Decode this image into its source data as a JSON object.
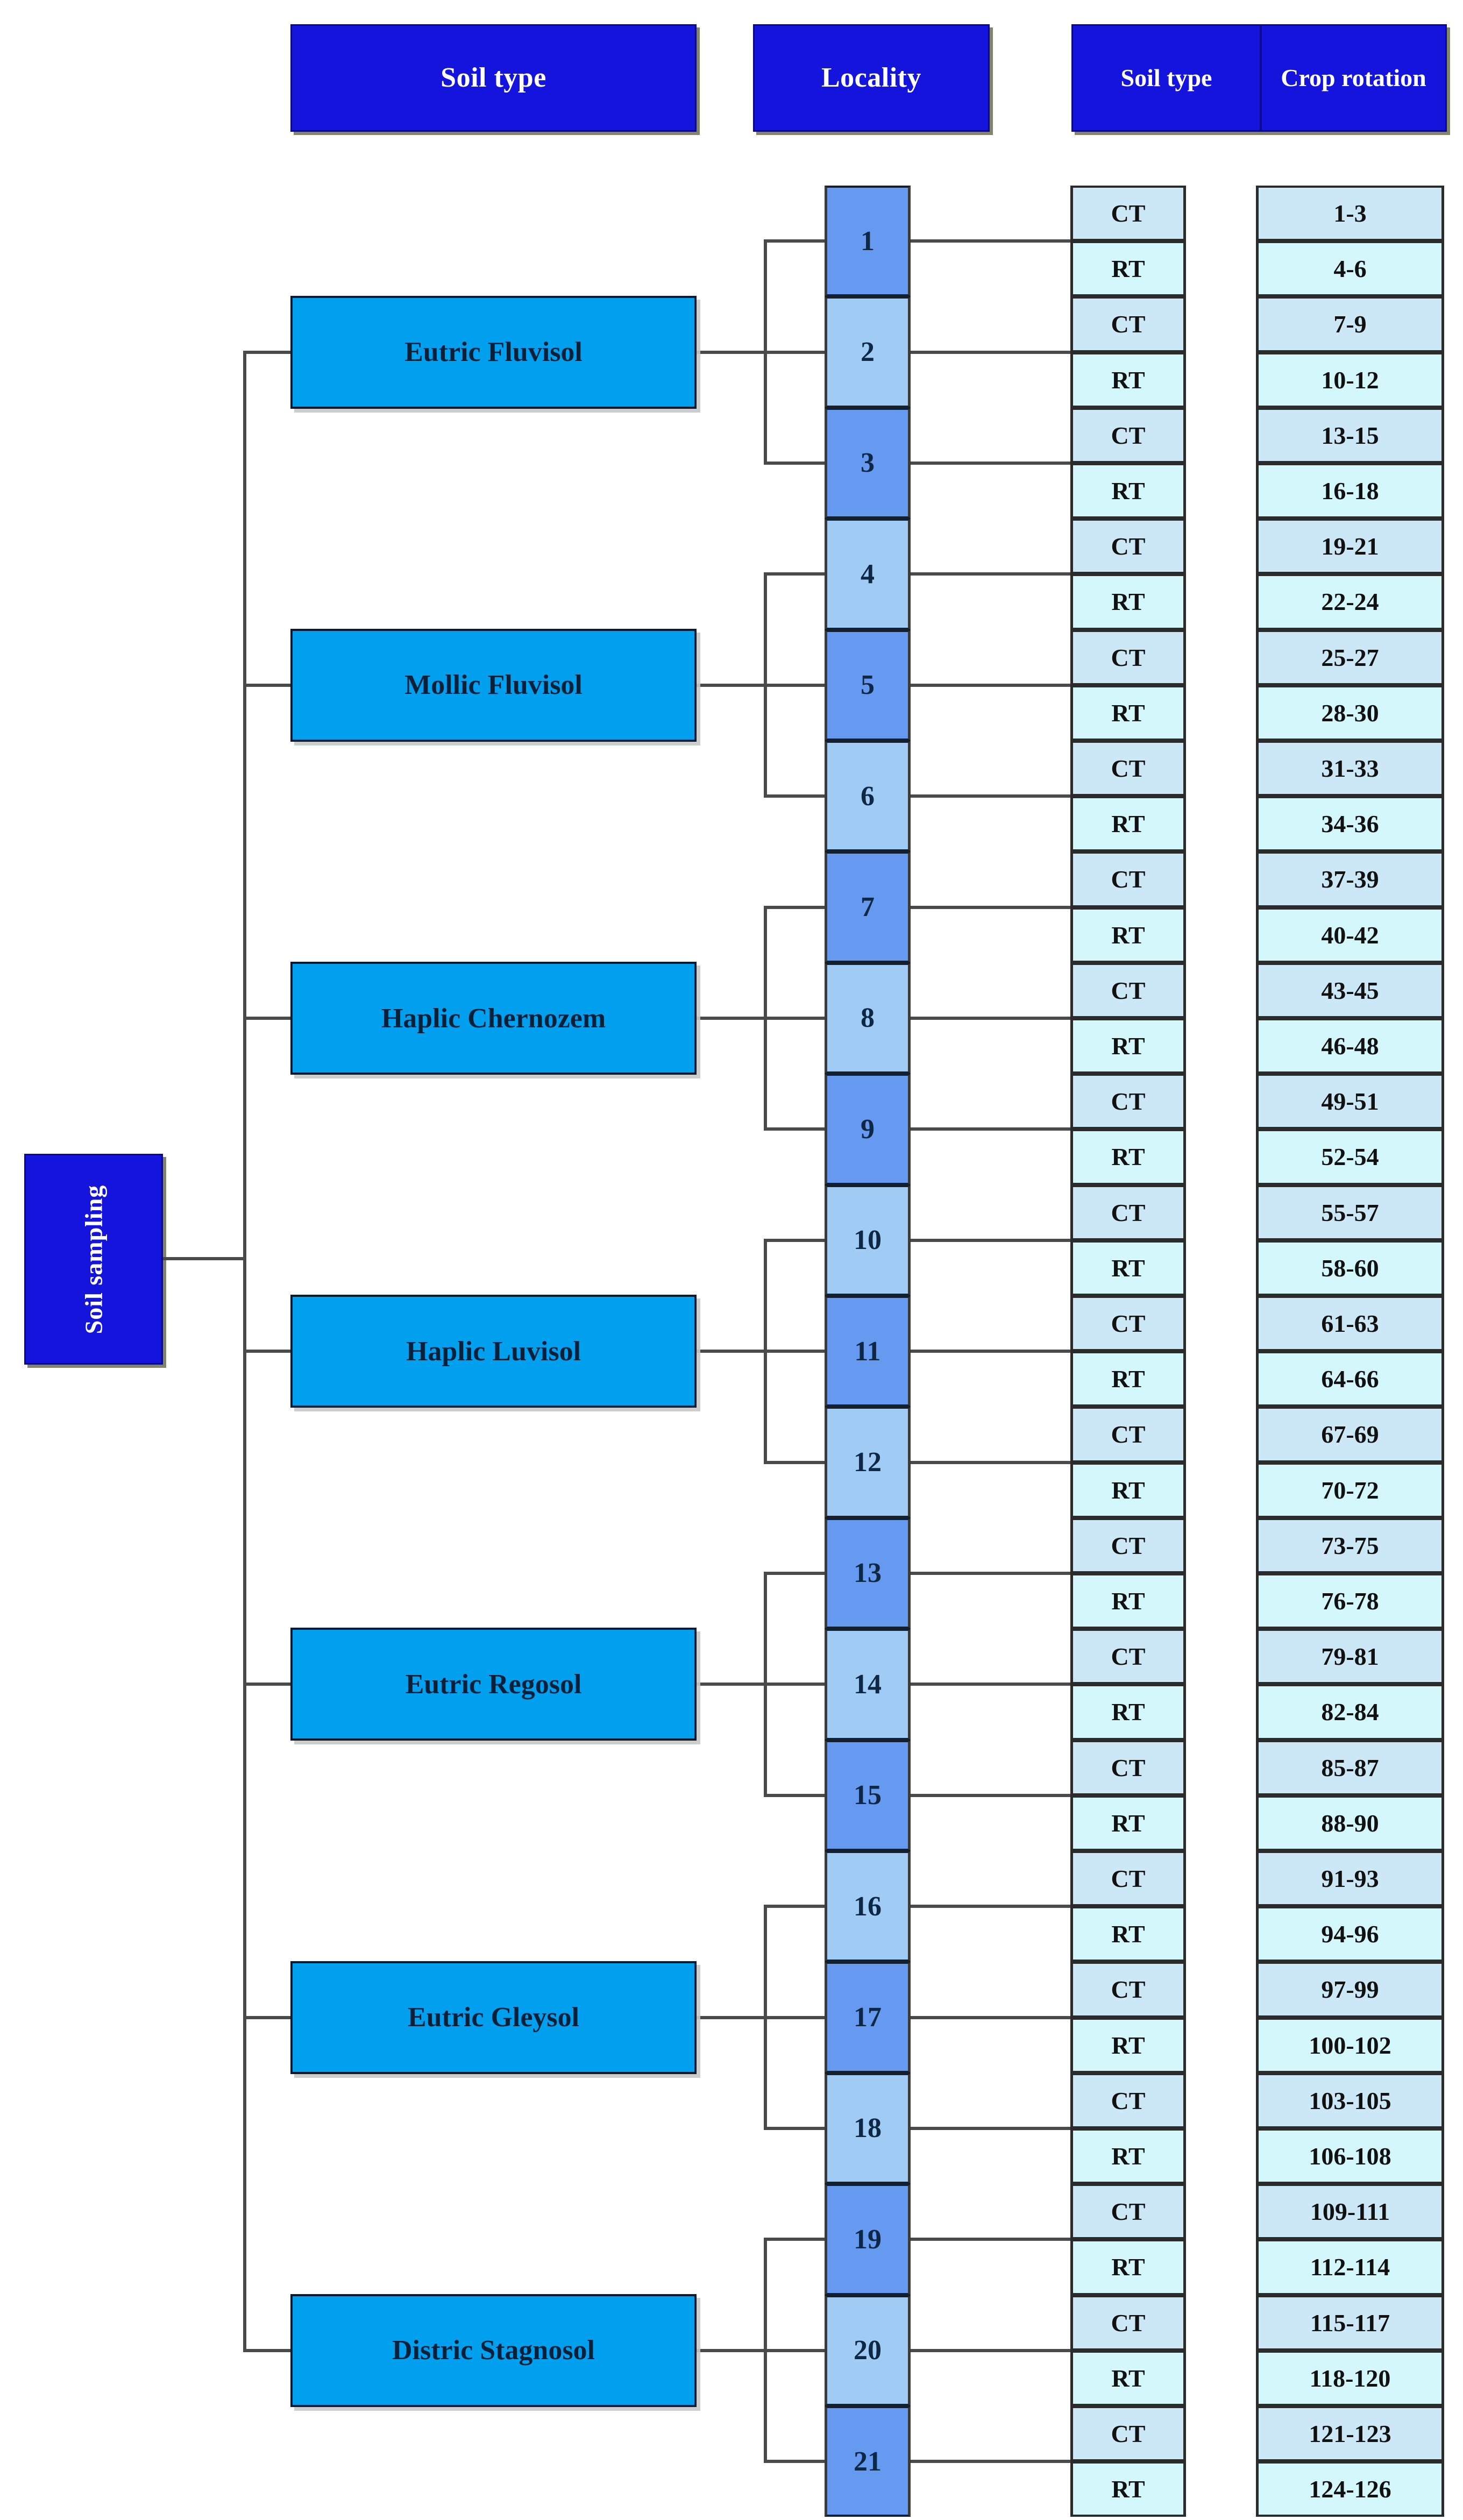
{
  "headers": {
    "soil_type": "Soil type",
    "locality": "Locality",
    "soil_type_short": "Soil type",
    "crop_rotation": "Crop rotation"
  },
  "root": {
    "label": "Soil sampling"
  },
  "colors": {
    "header_blue": "#1414DC",
    "soil_box_blue": "#00A0EE",
    "locality_dark": "#6699F0",
    "locality_light": "#A0CBF5",
    "tillage_ct": "#CCE8F7",
    "tillage_rt": "#D4F7FC",
    "line": "#4A4A4A"
  },
  "soil_types": [
    {
      "label": "Eutric Fluvisol",
      "localities": [
        "1",
        "2",
        "3"
      ]
    },
    {
      "label": "Mollic Fluvisol",
      "localities": [
        "4",
        "5",
        "6"
      ]
    },
    {
      "label": "Haplic Chernozem",
      "localities": [
        "7",
        "8",
        "9"
      ]
    },
    {
      "label": "Haplic Luvisol",
      "localities": [
        "10",
        "11",
        "12"
      ]
    },
    {
      "label": "Eutric Regosol",
      "localities": [
        "13",
        "14",
        "15"
      ]
    },
    {
      "label": "Eutric Gleysol",
      "localities": [
        "16",
        "17",
        "18"
      ]
    },
    {
      "label": "Distric Stagnosol",
      "localities": [
        "19",
        "20",
        "21"
      ]
    }
  ],
  "localities": [
    "1",
    "2",
    "3",
    "4",
    "5",
    "6",
    "7",
    "8",
    "9",
    "10",
    "11",
    "12",
    "13",
    "14",
    "15",
    "16",
    "17",
    "18",
    "19",
    "20",
    "21"
  ],
  "tillage": [
    "CT",
    "RT",
    "CT",
    "RT",
    "CT",
    "RT",
    "CT",
    "RT",
    "CT",
    "RT",
    "CT",
    "RT",
    "CT",
    "RT",
    "CT",
    "RT",
    "CT",
    "RT",
    "CT",
    "RT",
    "CT",
    "RT",
    "CT",
    "RT",
    "CT",
    "RT",
    "CT",
    "RT",
    "CT",
    "RT",
    "CT",
    "RT",
    "CT",
    "RT",
    "CT",
    "RT",
    "CT",
    "RT",
    "CT",
    "RT",
    "CT",
    "RT"
  ],
  "crop_rotation": [
    "1-3",
    "4-6",
    "7-9",
    "10-12",
    "13-15",
    "16-18",
    "19-21",
    "22-24",
    "25-27",
    "28-30",
    "31-33",
    "34-36",
    "37-39",
    "40-42",
    "43-45",
    "46-48",
    "49-51",
    "52-54",
    "55-57",
    "58-60",
    "61-63",
    "64-66",
    "67-69",
    "70-72",
    "73-75",
    "76-78",
    "79-81",
    "82-84",
    "85-87",
    "88-90",
    "91-93",
    "94-96",
    "97-99",
    "100-102",
    "103-105",
    "106-108",
    "109-111",
    "112-114",
    "115-117",
    "118-120",
    "121-123",
    "124-126"
  ]
}
